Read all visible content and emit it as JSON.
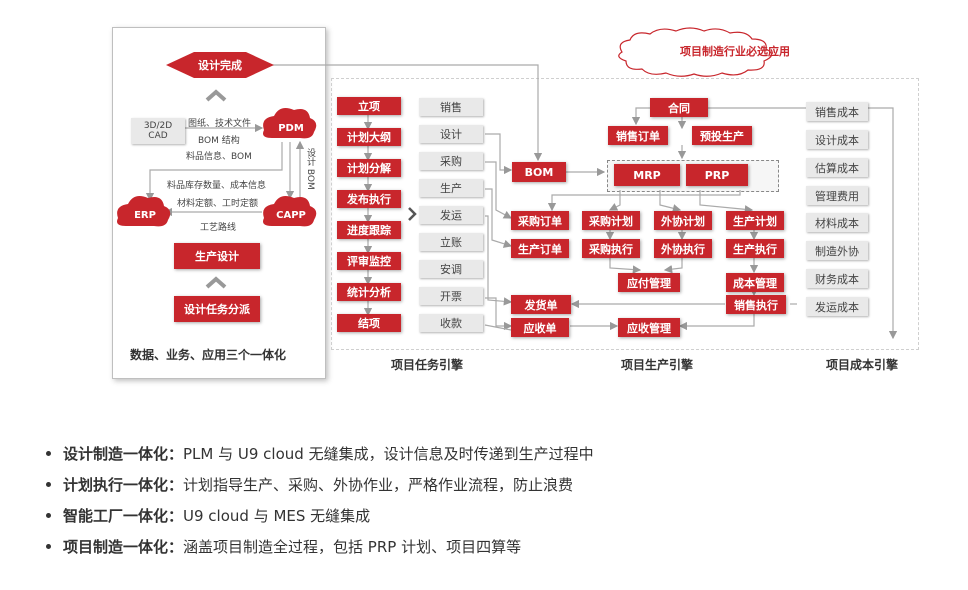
{
  "left_panel": {
    "design_done": "设计完成",
    "cad": "3D/2D\nCAD",
    "docs": "图纸、技术文件",
    "bom_struct": "BOM 结构",
    "item_info": "料品信息、BOM",
    "design_bom": "设计 BOM",
    "inventory": "料品库存数量、成本信息",
    "material": "材料定额、工时定额",
    "routing": "工艺路线",
    "pdm": "PDM",
    "erp": "ERP",
    "capp": "CAPP",
    "prod_design": "生产设计",
    "task_dispatch": "设计任务分派",
    "caption": "数据、业务、应用三个一体化"
  },
  "cloud_title": "项目制造行业必选应用",
  "task_engine": {
    "red": [
      "立项",
      "计划大纲",
      "计划分解",
      "发布执行",
      "进度跟踪",
      "评审监控",
      "统计分析",
      "结项"
    ],
    "grey": [
      "销售",
      "设计",
      "采购",
      "生产",
      "发运",
      "立账",
      "安调",
      "开票",
      "收款"
    ],
    "label": "项目任务引擎"
  },
  "prod_engine": {
    "bom": "BOM",
    "contract": "合同",
    "sales_order": "销售订单",
    "pre_prod": "预投生产",
    "mrp": "MRP",
    "prp": "PRP",
    "purchase_order": "采购订单",
    "prod_order": "生产订单",
    "purchase_plan": "采购计划",
    "purchase_exec": "采购执行",
    "outsource_plan": "外协计划",
    "outsource_exec": "外协执行",
    "prod_plan": "生产计划",
    "prod_exec": "生产执行",
    "payable": "应付管理",
    "cost_mgmt": "成本管理",
    "delivery": "发货单",
    "sales_exec": "销售执行",
    "receivable_bill": "应收单",
    "receivable_mgmt": "应收管理",
    "label": "项目生产引擎"
  },
  "cost_engine": {
    "items": [
      "销售成本",
      "设计成本",
      "估算成本",
      "管理费用",
      "材料成本",
      "制造外协",
      "财务成本",
      "发运成本"
    ],
    "label": "项目成本引擎"
  },
  "bullets": [
    {
      "key": "设计制造一体化：",
      "text": "PLM 与 U9 cloud 无缝集成，设计信息及时传递到生产过程中"
    },
    {
      "key": "计划执行一体化：",
      "text": "计划指导生产、采购、外协作业，严格作业流程，防止浪费"
    },
    {
      "key": "智能工厂一体化：",
      "text": "U9 cloud 与 MES 无缝集成"
    },
    {
      "key": "项目制造一体化：",
      "text": "涵盖项目制造全过程，包括 PRP 计划、项目四算等"
    }
  ],
  "colors": {
    "accent_red": "#c8262c",
    "grey_box": "#e9e9e9"
  }
}
